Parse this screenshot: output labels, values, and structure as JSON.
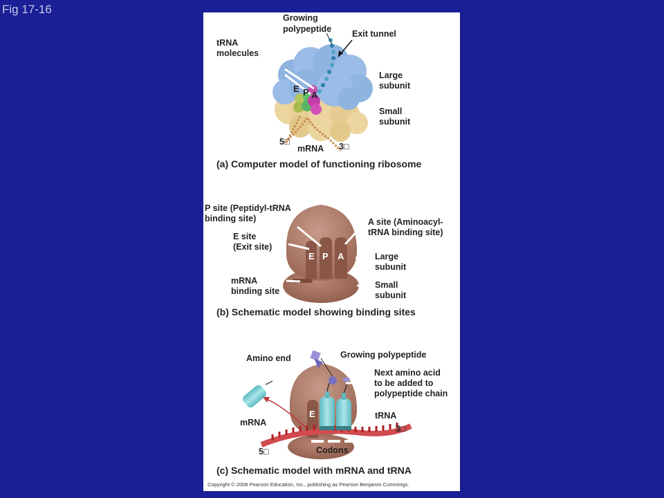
{
  "figure_label": "Fig 17-16",
  "panel_a": {
    "growing_polypeptide": [
      "Growing",
      "polypeptide"
    ],
    "exit_tunnel": "Exit tunnel",
    "trna_molecules": [
      "tRNA",
      "molecules"
    ],
    "large_subunit": [
      "Large",
      "subunit"
    ],
    "small_subunit": [
      "Small",
      "subunit"
    ],
    "site_e": "E",
    "site_p": "P",
    "site_a": "A",
    "five_prime": "5□",
    "three_prime": "3□",
    "mrna": "mRNA",
    "caption": "(a) Computer model of functioning ribosome"
  },
  "panel_b": {
    "p_site": [
      "P site (Peptidyl-tRNA",
      "binding site)"
    ],
    "a_site": [
      "A site (Aminoacyl-",
      "tRNA binding site)"
    ],
    "e_site": [
      "E site",
      "(Exit site)"
    ],
    "site_e": "E",
    "site_p": "P",
    "site_a": "A",
    "large_subunit": [
      "Large",
      "subunit"
    ],
    "mrna_binding_site": [
      "mRNA",
      "binding site"
    ],
    "small_subunit": [
      "Small",
      "subunit"
    ],
    "caption": "(b) Schematic model showing binding sites"
  },
  "panel_c": {
    "amino_end": "Amino end",
    "growing_polypeptide": "Growing polypeptide",
    "next_amino_acid": [
      "Next amino acid",
      "to be added to",
      "polypeptide chain"
    ],
    "site_e": "E",
    "mrna": "mRNA",
    "trna": "tRNA",
    "three_prime": "3□",
    "five_prime": "5□",
    "codons": "Codons",
    "caption": "(c) Schematic model with mRNA and tRNA"
  },
  "copyright": "Copyright © 2008 Pearson Education, Inc., publishing as Pearson Benjamin Cummings.",
  "colors": {
    "background": "#1a1f96",
    "ribosome_large": "#b07d6c",
    "ribosome_small": "#a36c5a",
    "model_large": "#8fb4e0",
    "model_small": "#ecd59e",
    "trna": "#7fd0d6",
    "mrna": "#c0262b"
  }
}
